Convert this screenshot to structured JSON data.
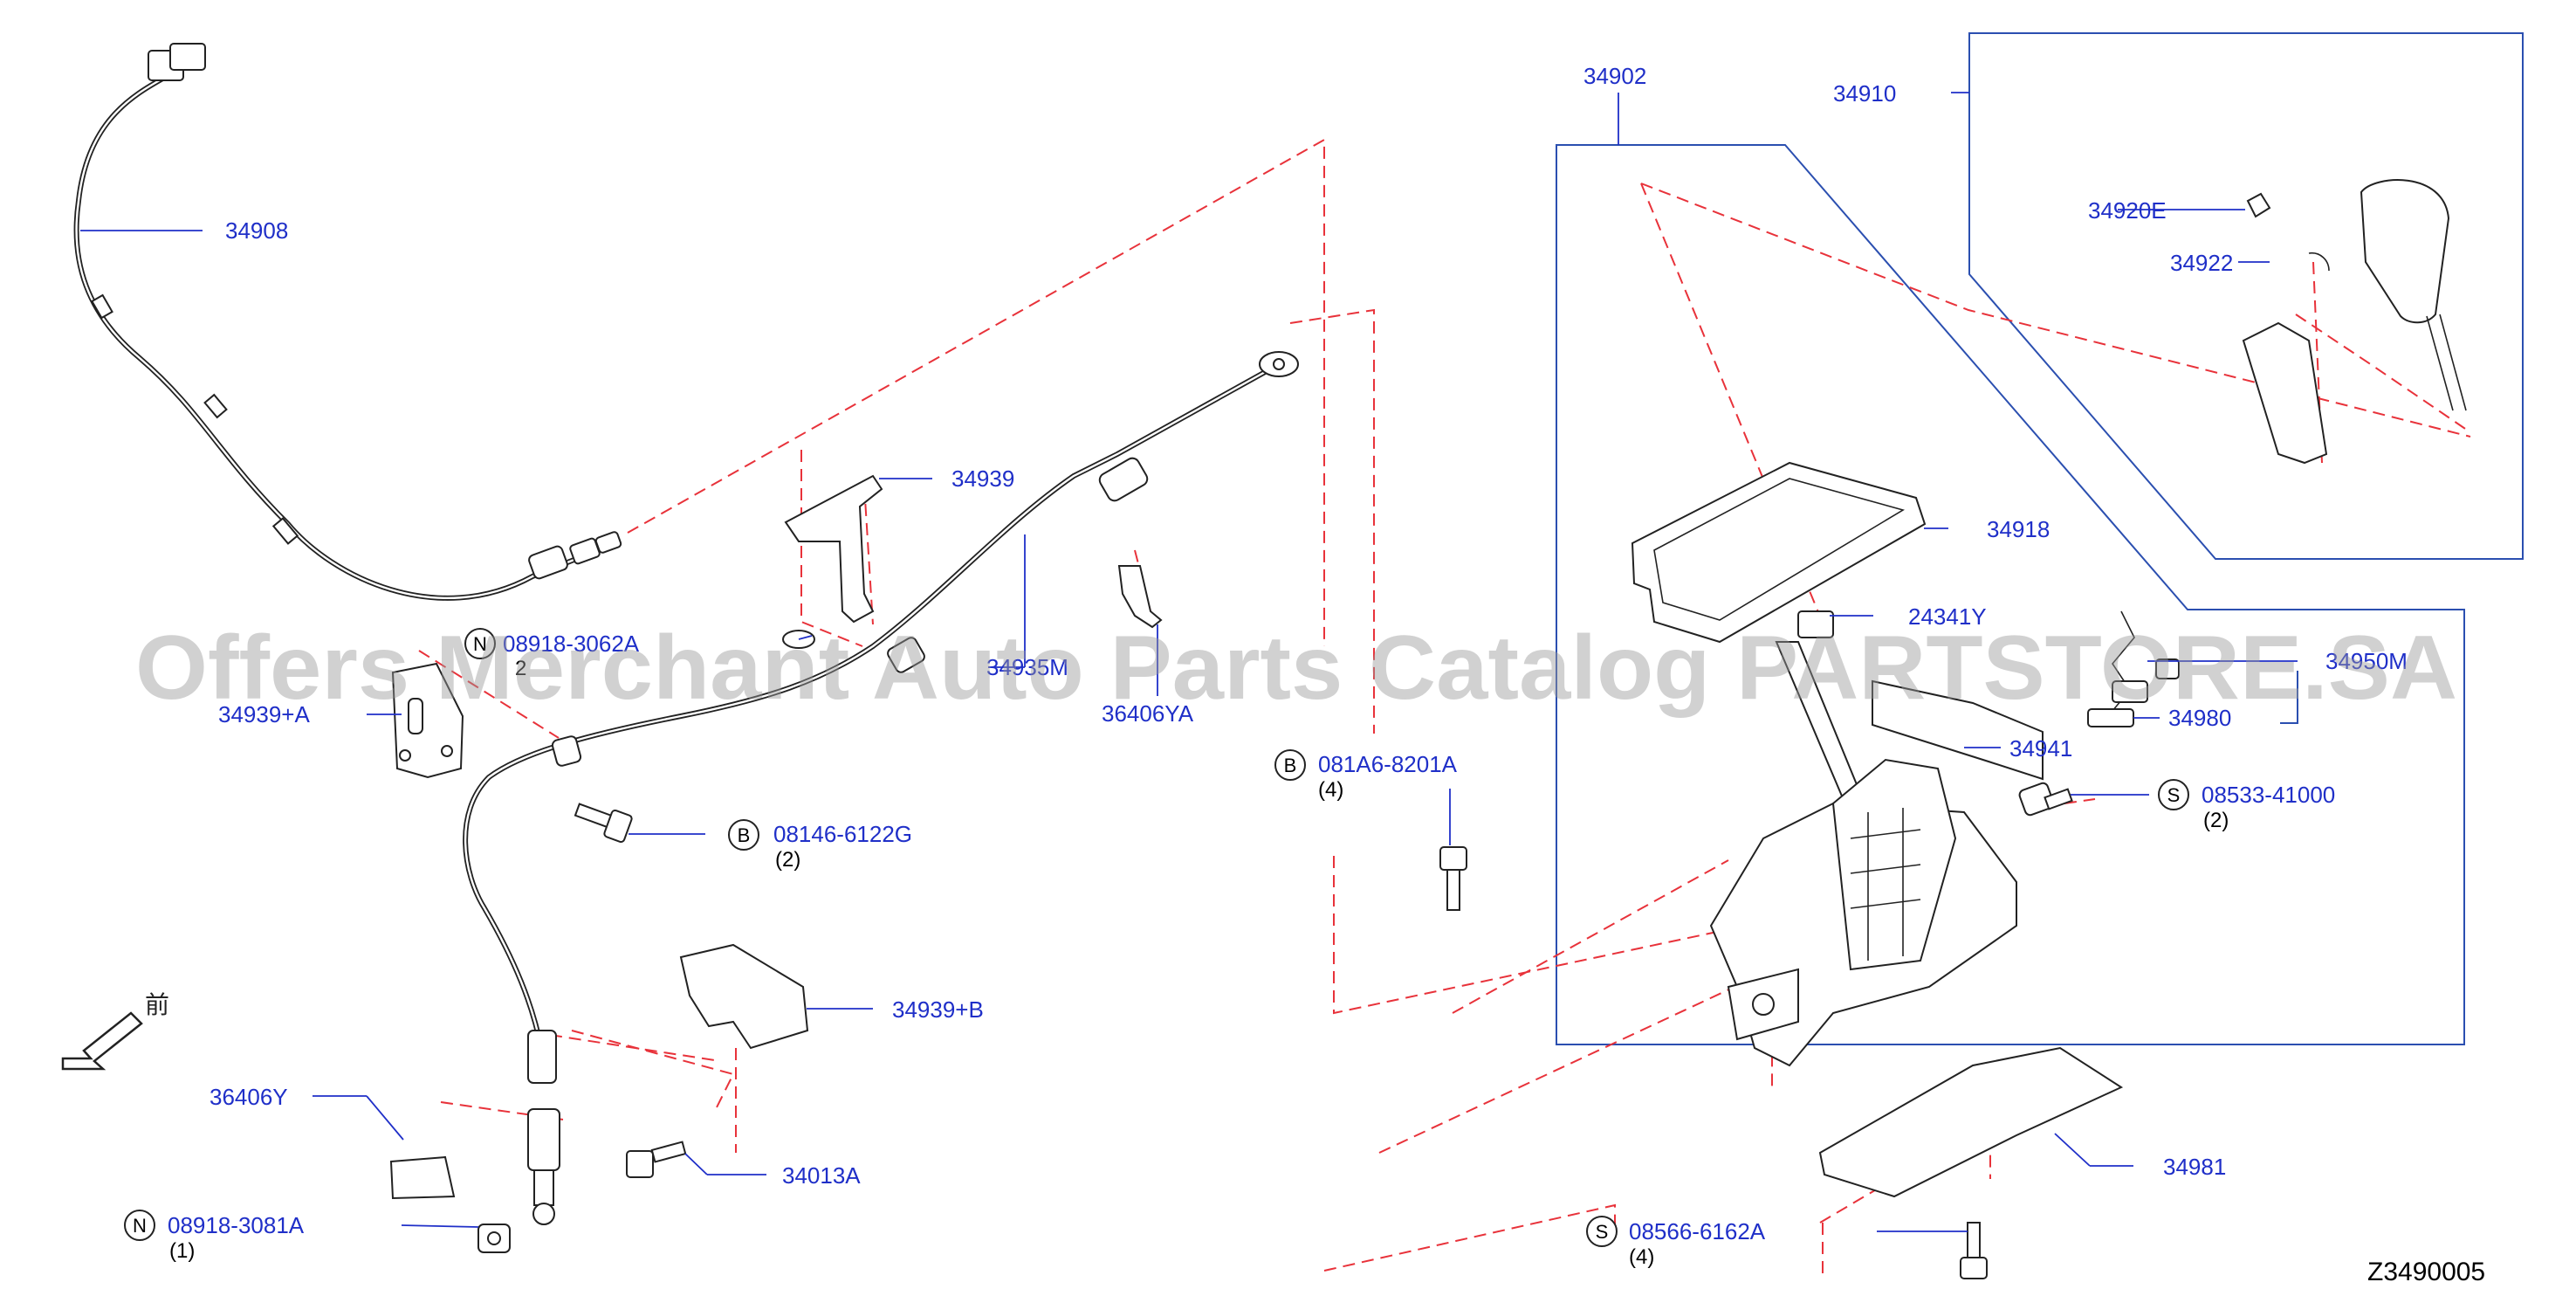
{
  "diagram_code": "Z3490005",
  "watermark": "Offers Merchant Auto Parts Catalog PARTSTORE.SA",
  "front_label": "前",
  "parts": [
    {
      "id": "34908",
      "label": "34908"
    },
    {
      "id": "34939",
      "label": "34939"
    },
    {
      "id": "08918-3062A",
      "label": "08918-3062A",
      "circle": "N",
      "qty": "2"
    },
    {
      "id": "34935M",
      "label": "34935M"
    },
    {
      "id": "34939A",
      "label": "34939+A"
    },
    {
      "id": "36406YA",
      "label": "36406YA"
    },
    {
      "id": "08146-6122G",
      "label": "08146-6122G",
      "circle": "B",
      "qty": "(2)"
    },
    {
      "id": "081A6-8201A",
      "label": "081A6-8201A",
      "circle": "B",
      "qty": "(4)"
    },
    {
      "id": "34939B",
      "label": "34939+B"
    },
    {
      "id": "36406Y",
      "label": "36406Y"
    },
    {
      "id": "34013A",
      "label": "34013A"
    },
    {
      "id": "08918-3081A",
      "label": "08918-3081A",
      "circle": "N",
      "qty": "(1)"
    },
    {
      "id": "34902",
      "label": "34902"
    },
    {
      "id": "34910",
      "label": "34910"
    },
    {
      "id": "34920E",
      "label": "34920E"
    },
    {
      "id": "34922",
      "label": "34922"
    },
    {
      "id": "34918",
      "label": "34918"
    },
    {
      "id": "24341Y",
      "label": "24341Y"
    },
    {
      "id": "34950M",
      "label": "34950M"
    },
    {
      "id": "34980",
      "label": "34980"
    },
    {
      "id": "34941",
      "label": "34941"
    },
    {
      "id": "08533-41000",
      "label": "08533-41000",
      "circle": "S",
      "qty": "(2)"
    },
    {
      "id": "34981",
      "label": "34981"
    },
    {
      "id": "08566-6162A",
      "label": "08566-6162A",
      "circle": "S",
      "qty": "(4)"
    }
  ]
}
